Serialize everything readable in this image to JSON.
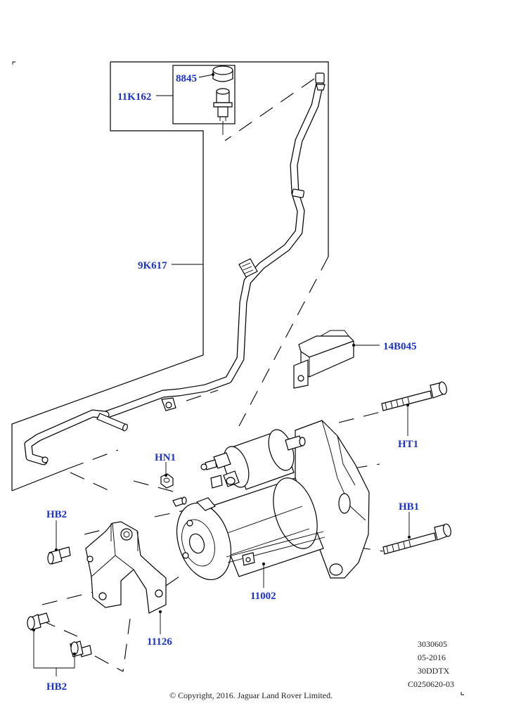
{
  "labels": {
    "l_8845": "8845",
    "l_11k162": "11K162",
    "l_9k617": "9K617",
    "l_14b045": "14B045",
    "l_ht1": "HT1",
    "l_hn1": "HN1",
    "l_hb1": "HB1",
    "l_hb2_top": "HB2",
    "l_11002": "11002",
    "l_11126": "11126",
    "l_hb2_bottom": "HB2"
  },
  "reference": {
    "line1": "3030605",
    "line2": "05-2016",
    "line3": "30DDTX",
    "line4": "C0250620-03"
  },
  "copyright": "© Copyright, 2016. Jaguar Land Rover Limited.",
  "colors": {
    "label": "#1a33c8",
    "line": "#000000",
    "background": "#ffffff"
  }
}
